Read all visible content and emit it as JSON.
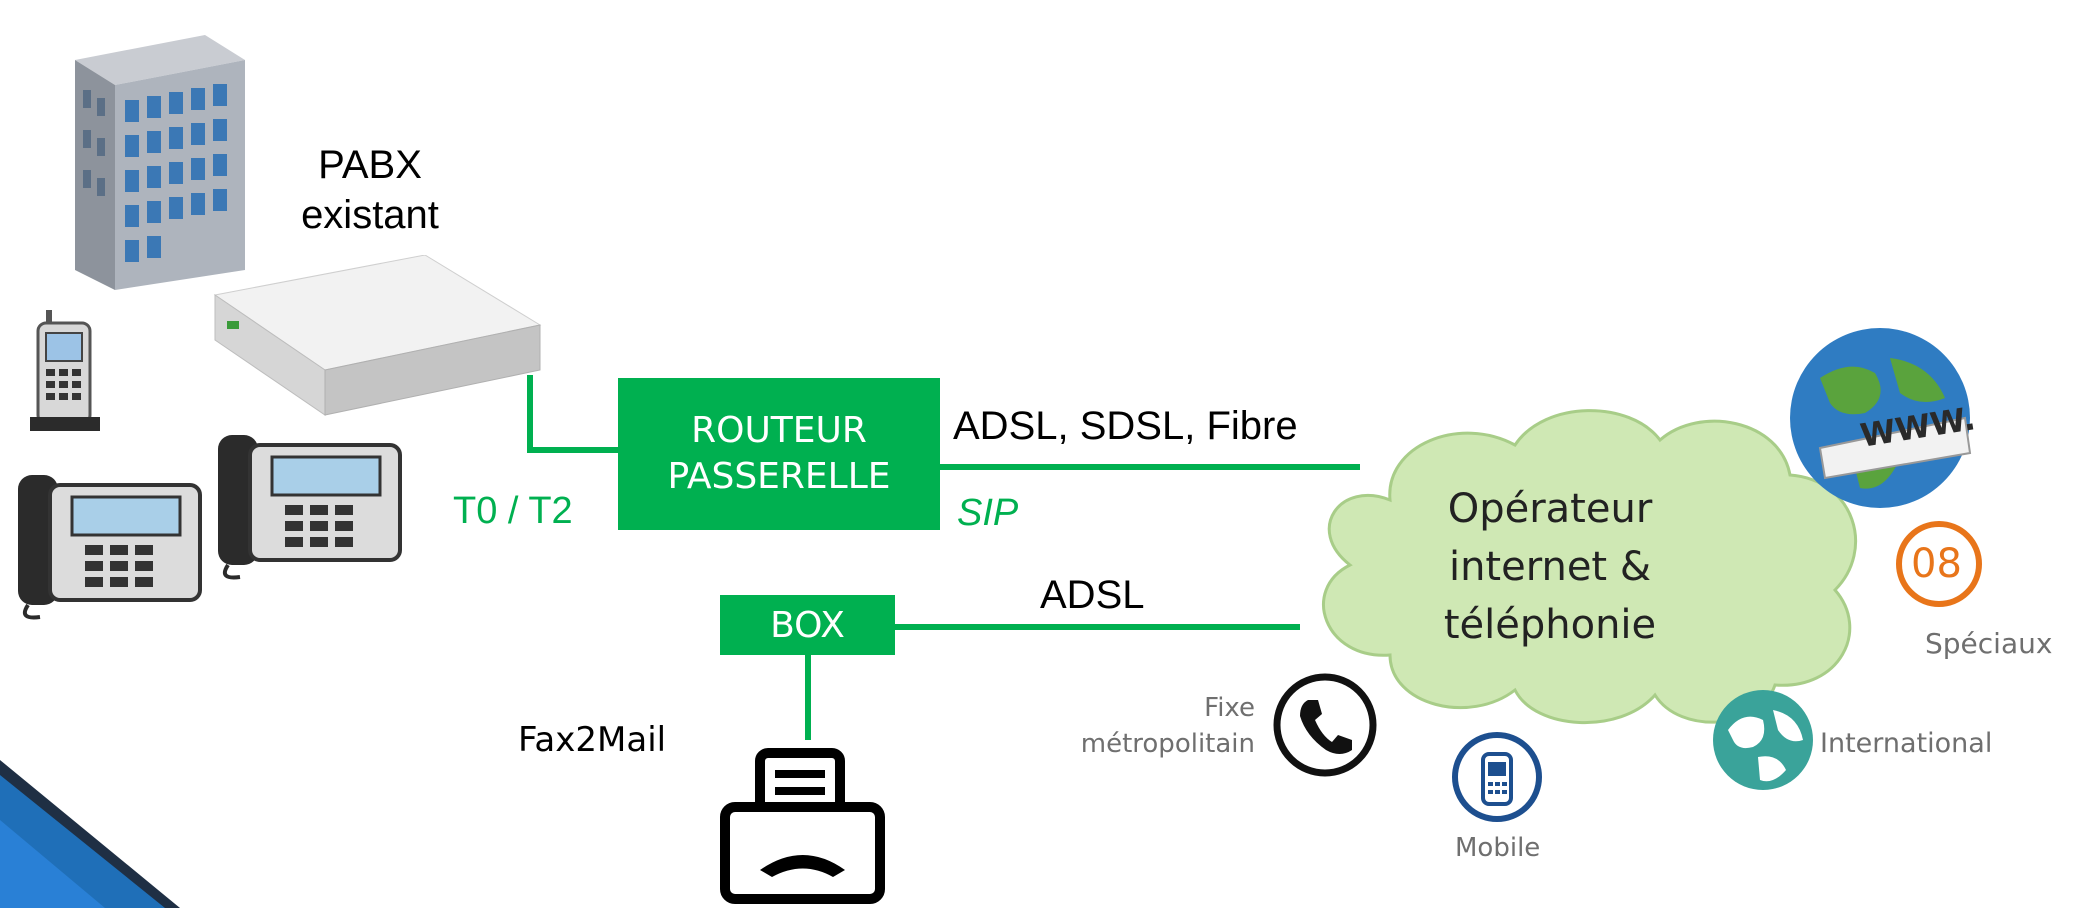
{
  "pabx": {
    "label_line1": "PABX",
    "label_line2": "existant"
  },
  "router": {
    "line1": "ROUTEUR",
    "line2": "PASSERELLE"
  },
  "box": {
    "label": "BOX"
  },
  "links": {
    "t0t2": "T0 / T2",
    "router_operator_top": "ADSL, SDSL, Fibre",
    "router_operator_bottom": "SIP",
    "box_operator": "ADSL"
  },
  "fax": {
    "label": "Fax2Mail"
  },
  "operator": {
    "line1": "Opérateur",
    "line2": "internet &",
    "line3": "téléphonie"
  },
  "services": {
    "www": "WWW.",
    "special_number": "08",
    "special_label": "Spéciaux",
    "fixed_line1": "Fixe",
    "fixed_line2": "métropolitain",
    "mobile": "Mobile",
    "international": "International"
  },
  "colors": {
    "accent_green": "#00b050",
    "cloud_fill": "#cfe8b4",
    "corner_blue": "#1f6fb8",
    "special_orange": "#e8751a"
  }
}
